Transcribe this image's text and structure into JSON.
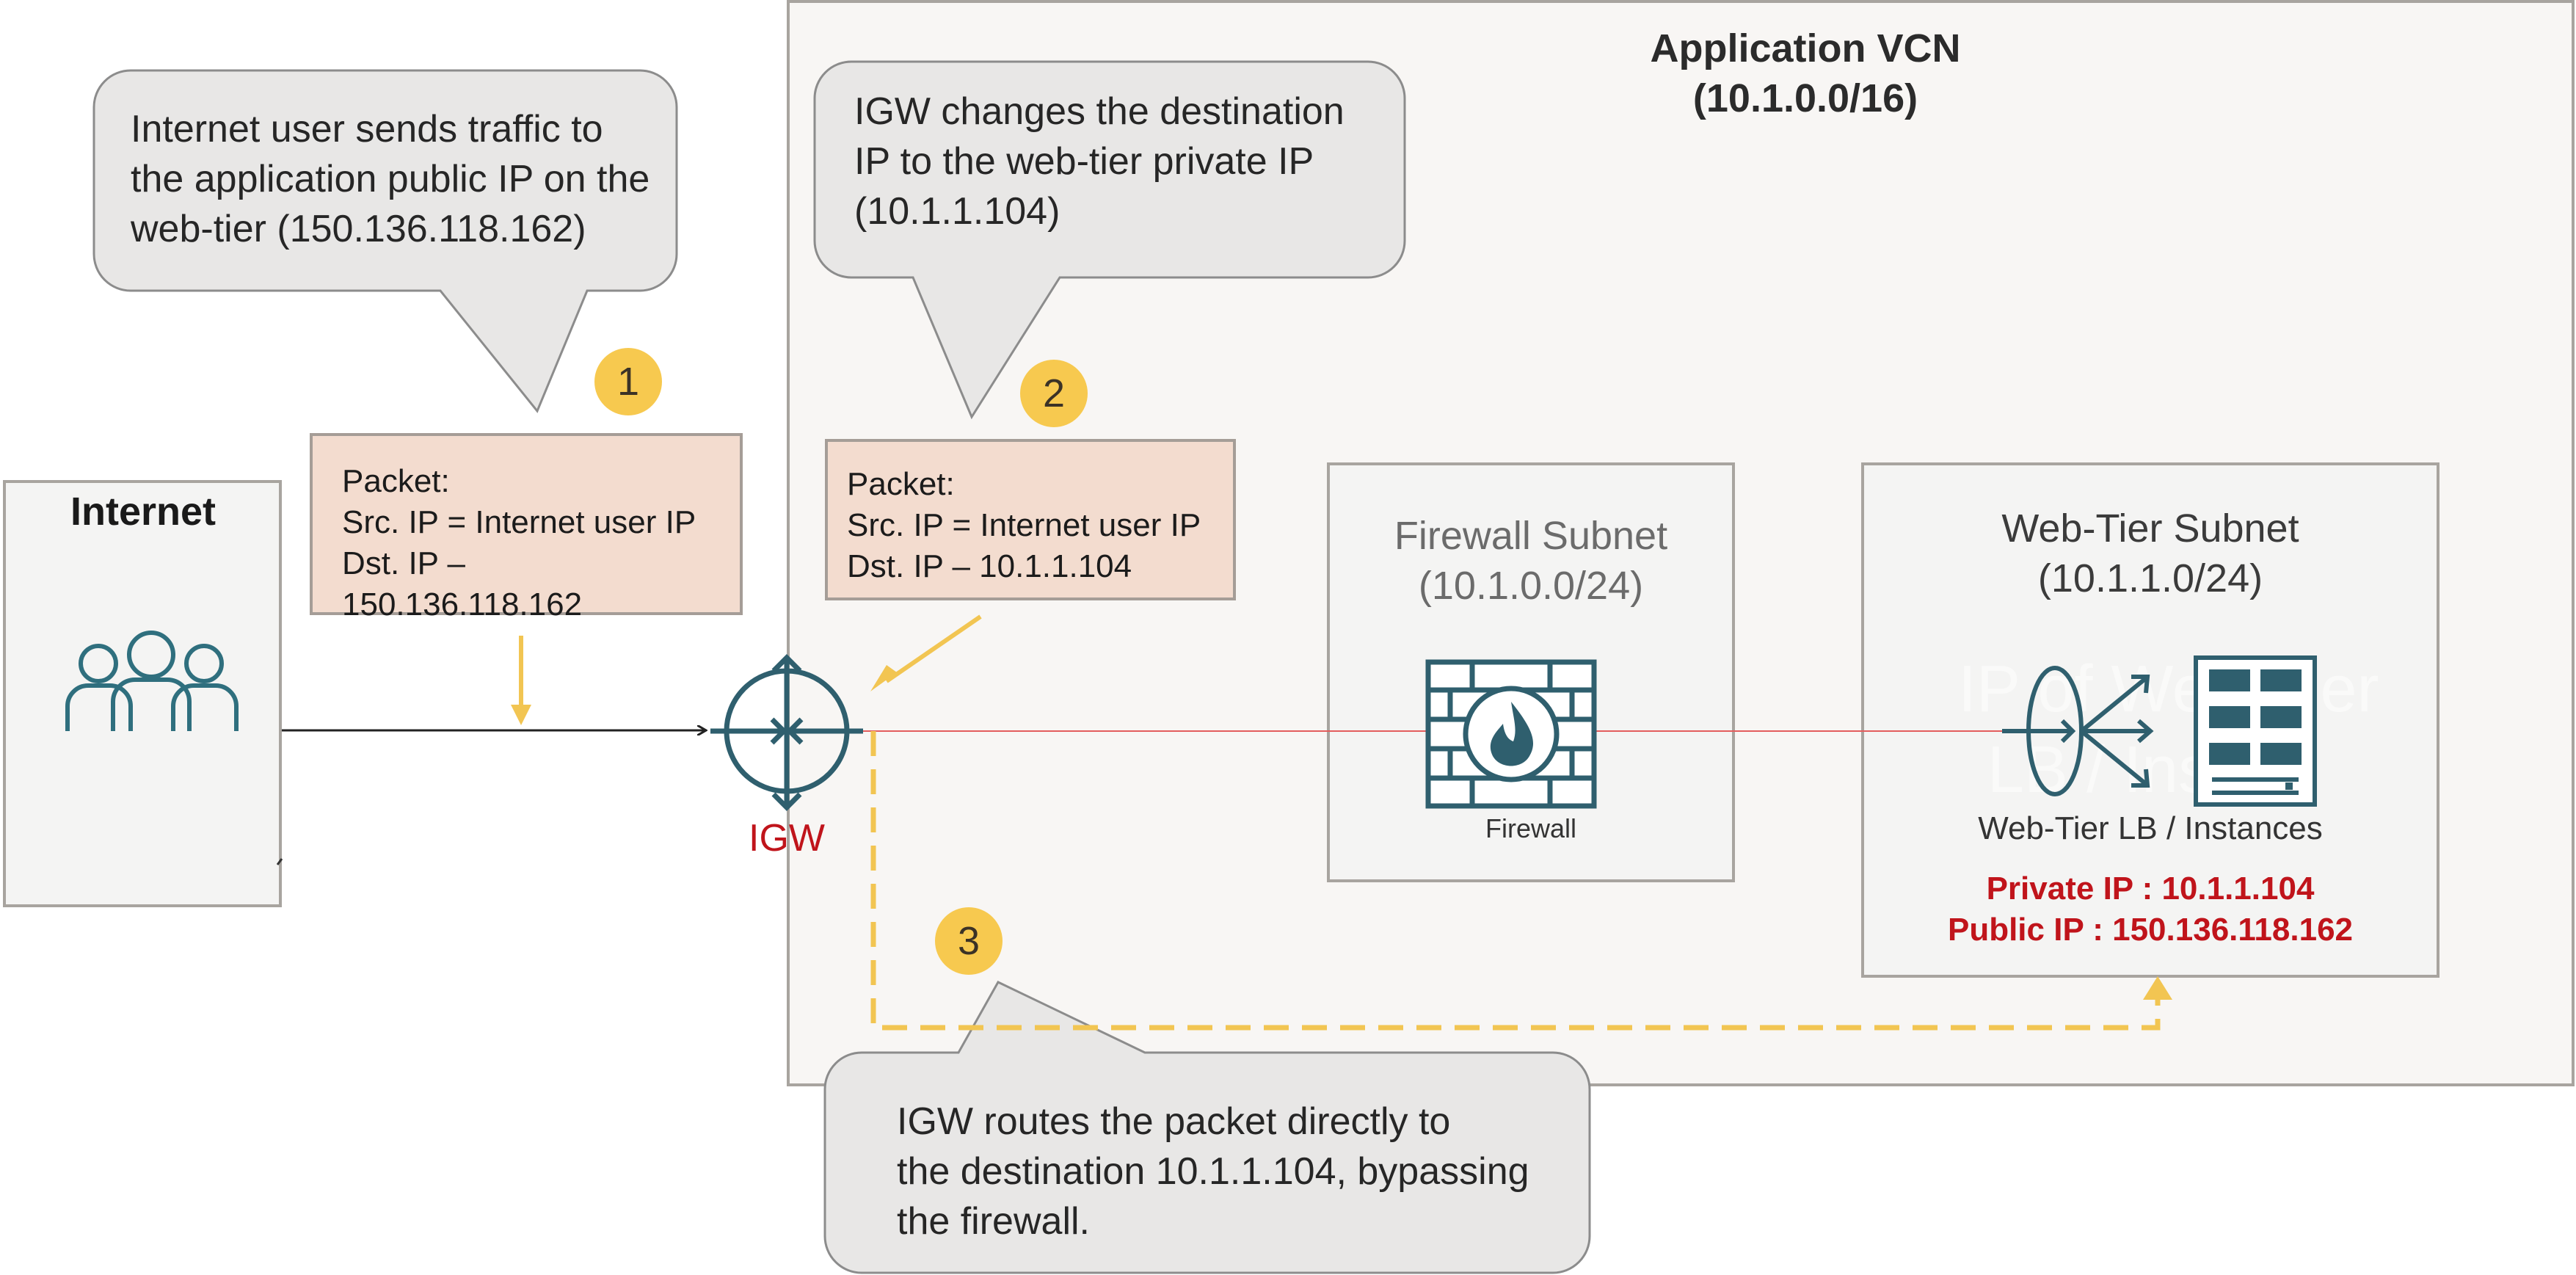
{
  "vcn": {
    "title": "Application VCN",
    "cidr": "(10.1.0.0/16)"
  },
  "internet": {
    "title": "Internet",
    "icon": "users-icon"
  },
  "callouts": [
    {
      "step": "1",
      "lines": [
        "Internet user sends traffic to",
        "the application public IP on the",
        "web-tier (150.136.118.162)"
      ]
    },
    {
      "step": "2",
      "lines": [
        "IGW changes the destination",
        "IP to the web-tier private IP",
        "(10.1.1.104)"
      ]
    },
    {
      "step": "3",
      "lines": [
        "IGW routes the packet directly to",
        "the destination 10.1.1.104, bypassing",
        "the firewall."
      ]
    }
  ],
  "packets": [
    {
      "lines": [
        "Packet:",
        "Src. IP = Internet user IP",
        "Dst. IP – 150.136.118.162"
      ]
    },
    {
      "lines": [
        "Packet:",
        "Src. IP = Internet user IP",
        "Dst. IP – 10.1.1.104"
      ]
    }
  ],
  "igw": {
    "label": "IGW",
    "icon": "gateway-icon"
  },
  "firewall_subnet": {
    "title": "Firewall Subnet",
    "cidr": "(10.1.0.0/24)",
    "device_label": "Firewall",
    "icon": "firewall-icon"
  },
  "web_subnet": {
    "title": "Web-Tier Subnet",
    "cidr": "(10.1.1.0/24)",
    "device_label": "Web-Tier LB / Instances",
    "private_ip": "Private IP : 10.1.1.104",
    "public_ip": "Public IP : 150.136.118.162",
    "lb_icon": "load-balancer-icon",
    "server_icon": "server-icon",
    "ghost_lines": [
      "IP of Web-Tier",
      "LB / Inst"
    ]
  },
  "colors": {
    "accent_yellow": "#f7c94f",
    "teal": "#2f5f6e",
    "red": "#c0141b",
    "packet_bg": "#f3dccf",
    "callout_bg": "#e8e7e6"
  }
}
